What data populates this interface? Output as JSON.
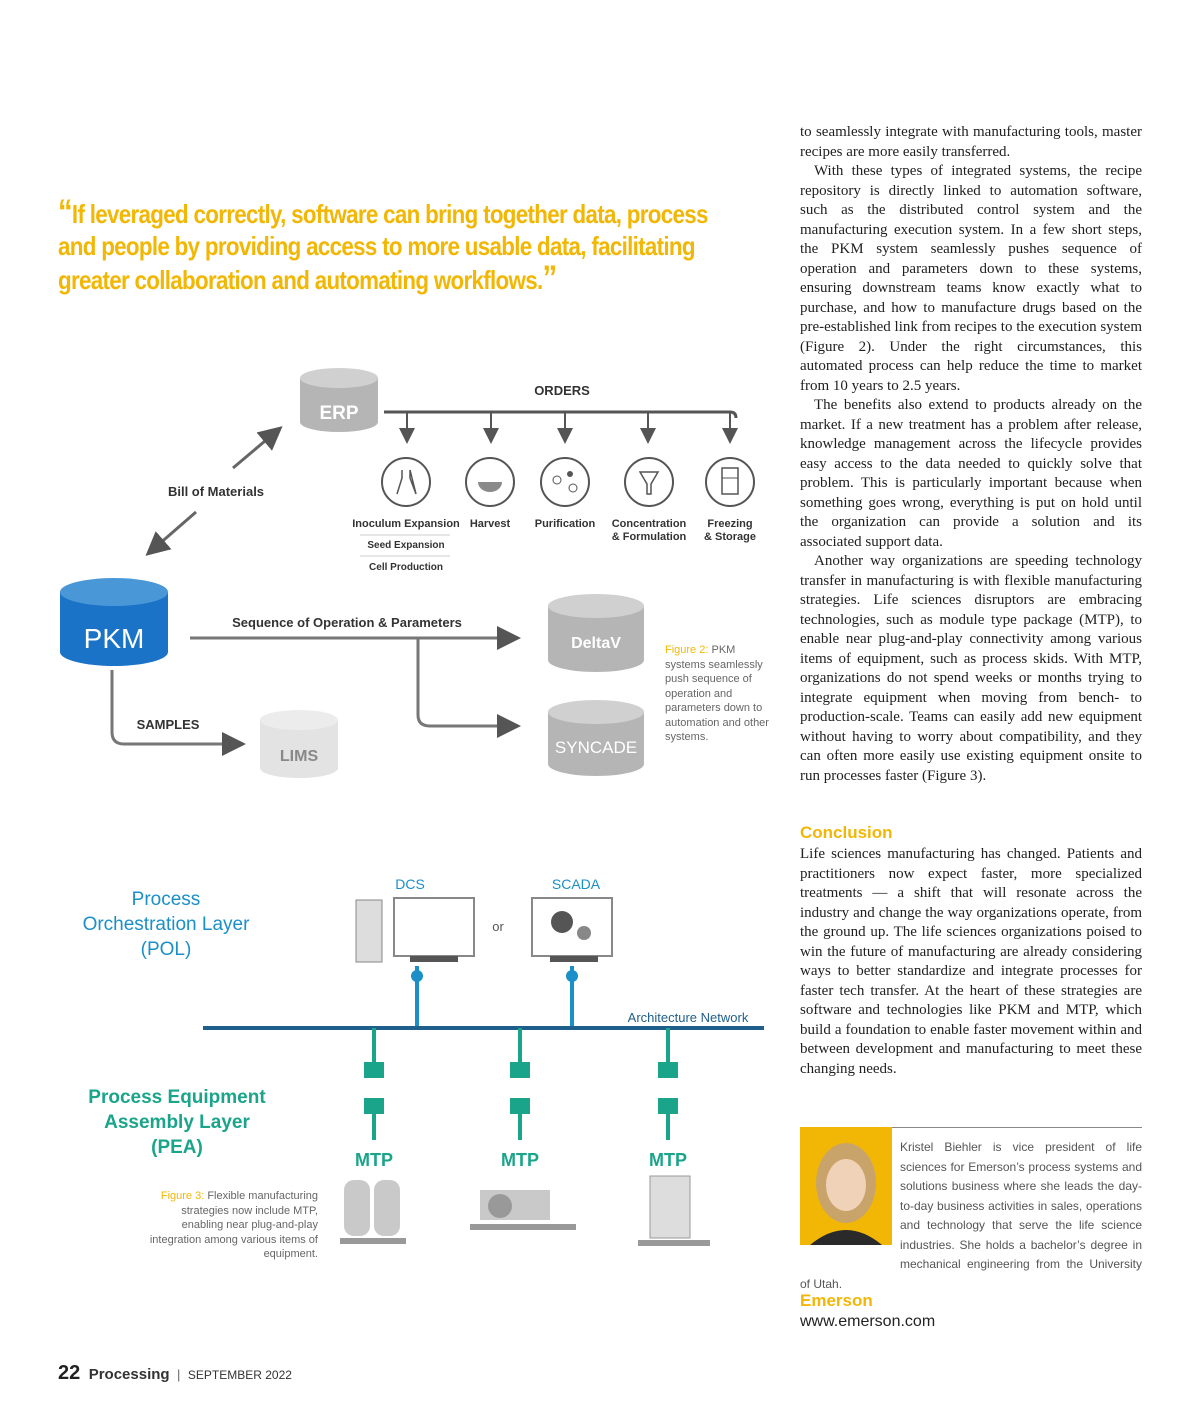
{
  "pull_quote": {
    "open_mark": "“",
    "text": "If leveraged correctly, software can bring together data, process and people by providing access to more usable data, facilitating greater collaboration and automating workflows.",
    "close_mark": "”"
  },
  "figure2": {
    "erp": "ERP",
    "orders": "ORDERS",
    "bill_of_materials": "Bill of Materials",
    "pkm": "PKM",
    "steps": [
      {
        "icon": "flask-icon",
        "lines": [
          "Inoculum Expansion"
        ]
      },
      {
        "icon": "bowl-icon",
        "lines": [
          "Harvest"
        ]
      },
      {
        "icon": "molecules-icon",
        "lines": [
          "Purification"
        ]
      },
      {
        "icon": "filter-icon",
        "lines": [
          "Concentration",
          "& Formulation"
        ]
      },
      {
        "icon": "freezer-icon",
        "lines": [
          "Freezing",
          "& Storage"
        ]
      }
    ],
    "sub_steps": [
      "Seed Expansion",
      "Cell Production"
    ],
    "sequence": "Sequence of Operation & Parameters",
    "deltav": "DeltaV",
    "syncade": "SYNCADE",
    "samples": "SAMPLES",
    "lims": "LIMS",
    "caption_label": "Figure 2:",
    "caption_text": "PKM systems seamlessly push sequence of operation and parameters down to automation and other systems."
  },
  "figure3": {
    "pol_lines": [
      "Process",
      "Orchestration Layer",
      "(POL)"
    ],
    "dcs": "DCS",
    "or": "or",
    "scada": "SCADA",
    "network": "Architecture Network",
    "pea_lines": [
      "Process Equipment",
      "Assembly Layer",
      "(PEA)"
    ],
    "mtp": [
      "MTP",
      "MTP",
      "MTP"
    ],
    "caption_label": "Figure 3:",
    "caption_text": "Flexible manufacturing strategies now include MTP, enabling near plug-and-play integration among various items of equipment."
  },
  "body": {
    "p1": "to seamlessly integrate with manufacturing tools, master recipes are more easily transferred.",
    "p2": "With these types of integrated systems, the recipe repository is directly linked to automation software, such as the distributed control system and the manufacturing execution system. In a few short steps, the PKM system seamlessly pushes sequence of operation and parameters down to these systems, ensuring downstream teams know exactly what to purchase, and how to manufacture drugs based on the pre-established link from recipes to the execution system (Figure 2). Under the right circumstances, this automated process can help reduce the time to market from 10 years to 2.5 years.",
    "p3": "The benefits also extend to products already on the market. If a new treatment has a problem after release, knowledge management across the lifecycle provides easy access to the data needed to quickly solve that problem. This is particularly important because when something goes wrong, everything is put on hold until the organization can provide a solution and its associated support data.",
    "p4": "Another way organizations are speeding technology transfer in manufacturing is with flexible manufacturing strategies. Life sciences disruptors are embracing technologies, such as module type package (MTP), to enable near plug-and-play connectivity among various items of equipment, such as process skids. With MTP, organizations do not spend weeks or months trying to integrate equipment when moving from bench- to production-scale. Teams can easily add new equipment without having to worry about compatibility, and they can often more easily use existing equipment onsite to run processes faster (Figure 3).",
    "conclusion_heading": "Conclusion",
    "p5": "Life sciences manufacturing has changed. Patients and practitioners now expect faster, more specialized treatments — a shift that will resonate across the industry and change the way organizations operate, from the ground up. The life sciences organizations poised to win the future of manufacturing are already considering ways to better standardize and integrate processes for faster tech transfer. At the heart of these strategies are software and technologies like PKM and MTP, which build a foundation to enable faster movement within and between development and manufacturing to meet these changing needs."
  },
  "author": {
    "bio": "Kristel Biehler is vice president of life sciences for Emerson’s process systems and solutions business where she leads the day-to-day business activities in sales, operations and technology that serve the life science industries. She holds a bachelor’s degree in mechanical engineering from the University of Utah.",
    "company": "Emerson",
    "url": "www.emerson.com"
  },
  "footer": {
    "page": "22",
    "magazine": "Processing",
    "sep": "|",
    "date": "SEPTEMBER 2022"
  },
  "colors": {
    "accent_yellow": "#f2b705",
    "pkm_blue": "#1a73c7",
    "teal": "#1aa58a",
    "network_blue": "#1f5f8b",
    "process_blue": "#1b8fc7"
  }
}
